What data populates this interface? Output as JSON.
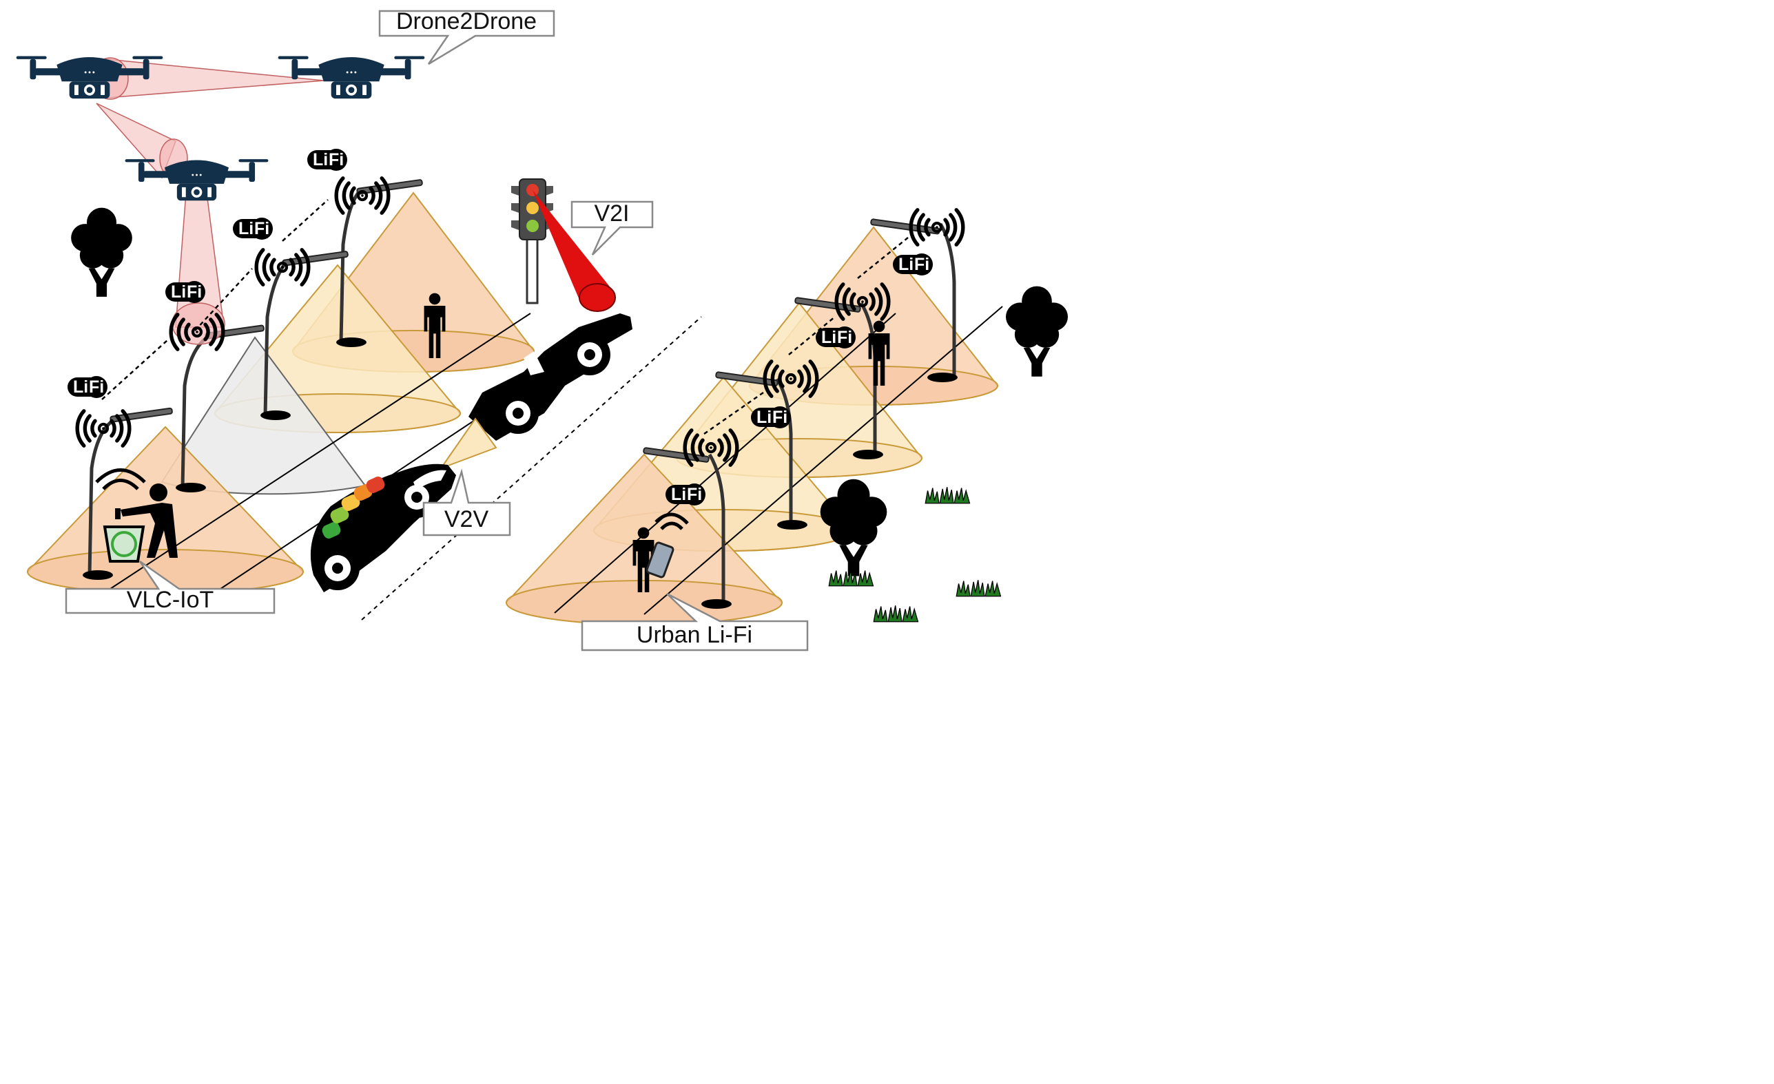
{
  "callouts": {
    "drone2drone": "Drone2Drone",
    "v2i": "V2I",
    "v2v": "V2V",
    "vlc_iot": "VLC-IoT",
    "urban_lifi": "Urban Li-Fi"
  },
  "lifi_badge": {
    "li": "Li",
    "fi": "Fi"
  },
  "colors": {
    "drone": "#12304a",
    "drone_beam": "#f4b8b8",
    "cone_orange": "#f8d1b0",
    "cone_yellow": "#fbe7c0",
    "cone_gray": "#e8e8e8",
    "cone_edge": "#c89a3a",
    "v2i_beam": "#e01010",
    "battery_levels": [
      "#3aa83a",
      "#8cc63f",
      "#f6c342",
      "#f08a24",
      "#e0402a"
    ]
  },
  "icons": [
    "drone-icon",
    "streetlamp-icon",
    "wireless-signal-icon",
    "lifi-badge",
    "traffic-light-icon",
    "car-icon",
    "person-icon",
    "tree-icon",
    "grass-icon",
    "recycle-bin-icon",
    "phone-icon"
  ]
}
